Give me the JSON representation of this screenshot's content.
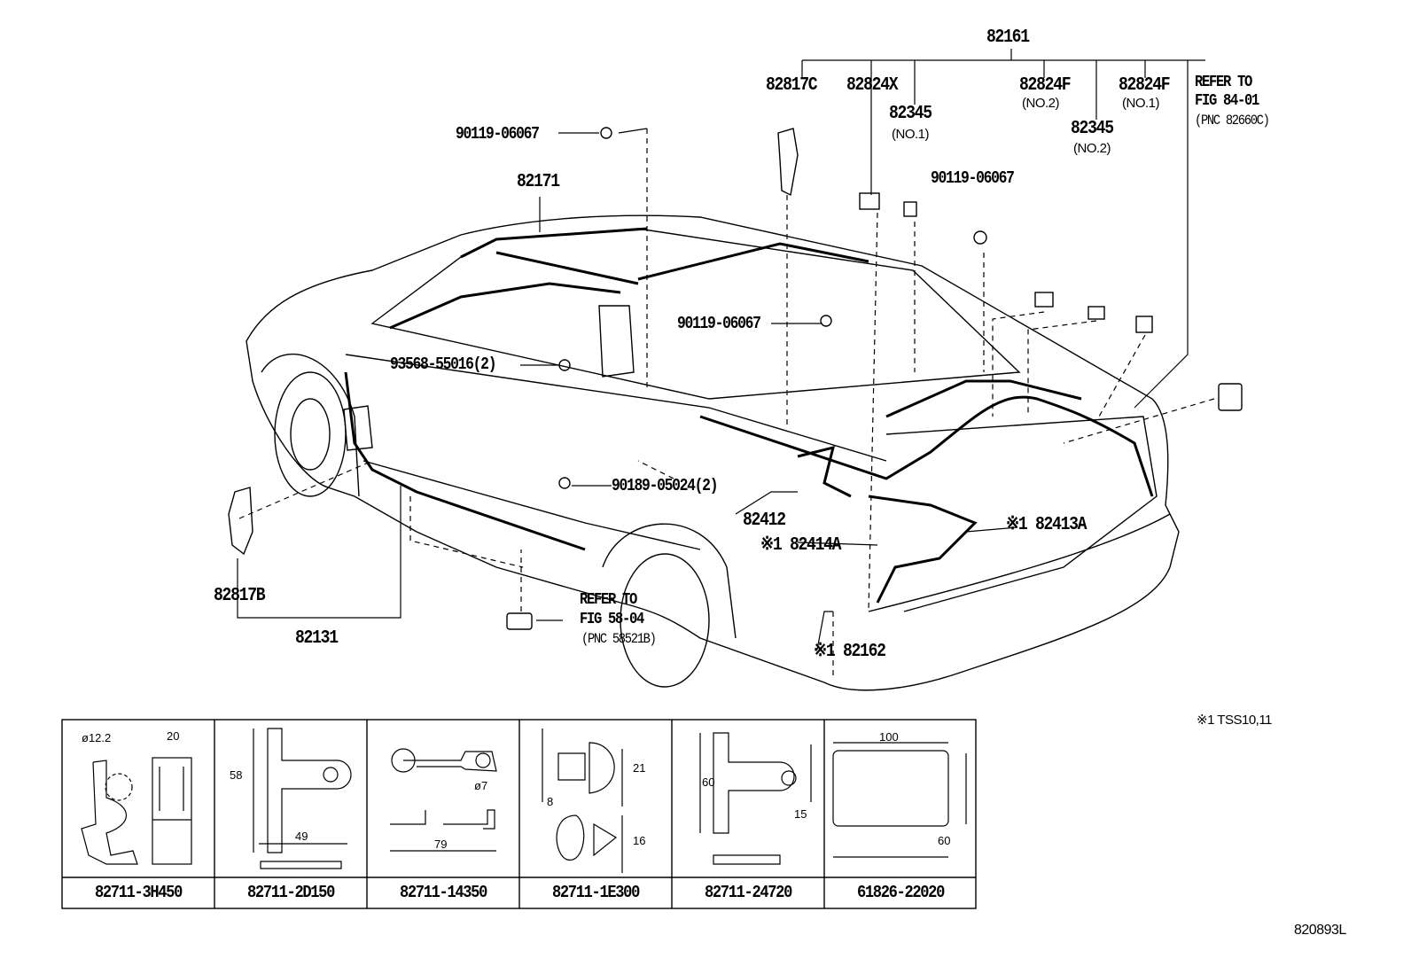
{
  "callouts": {
    "c82161": "82161",
    "c82817C": "82817C",
    "c82824X": "82824X",
    "c82345_1": "82345",
    "c82345_1_sub": "(NO.1)",
    "c82824F_2": "82824F",
    "c82824F_2_sub": "(NO.2)",
    "c82345_2": "82345",
    "c82345_2_sub": "(NO.2)",
    "c82824F_1": "82824F",
    "c82824F_1_sub": "(NO.1)",
    "ref84_1": "REFER TO",
    "ref84_2": "FIG 84-01",
    "ref84_3": "(PNC 82660C)",
    "bolt_a": "90119-06067",
    "c82171": "82171",
    "bolt_b": "90119-06067",
    "bolt_c": "90119-06067",
    "c93568": "93568-55016(2)",
    "c90189": "90189-05024(2)",
    "c82412": "82412",
    "c82413A": "※1 82413A",
    "c82414A": "※1 82414A",
    "c82817B": "82817B",
    "c82131": "82131",
    "ref58_1": "REFER TO",
    "ref58_2": "FIG 58-04",
    "ref58_3": "(PNC 58521B)",
    "c82162": "※1 82162",
    "note": "※1 TSS10,11",
    "figure_id": "820893L"
  },
  "table": {
    "parts": [
      "82711-3H450",
      "82711-2D150",
      "82711-14350",
      "82711-1E300",
      "82711-24720",
      "61826-22020"
    ],
    "dims": {
      "p1_dia": "ø12.2",
      "p1_w": "20",
      "p2_h": "58",
      "p2_w": "49",
      "p3_d": "ø7",
      "p3_w": "79",
      "p4_h": "21",
      "p4_a": "8",
      "p4_b": "16",
      "p5_h": "60",
      "p5_b": "15",
      "p6_w": "100",
      "p6_h": "60"
    }
  }
}
